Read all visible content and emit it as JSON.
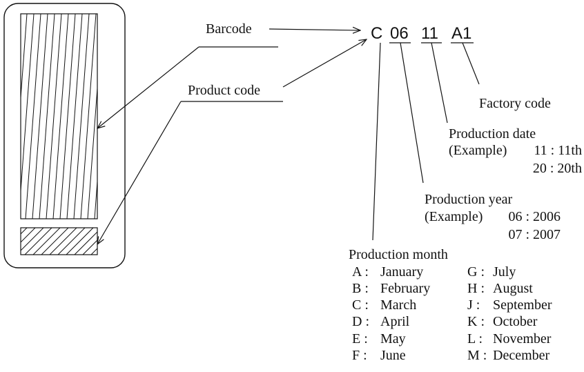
{
  "labels": {
    "barcode": "Barcode",
    "product_code": "Product code",
    "factory_code": "Factory code"
  },
  "code": {
    "month": "C",
    "year": "06",
    "date": "11",
    "factory": "A1"
  },
  "production_date": {
    "title": "Production date",
    "example_prefix": "(Example)",
    "examples": [
      "11 : 11th",
      "20 : 20th"
    ]
  },
  "production_year": {
    "title": "Production year",
    "example_prefix": "(Example)",
    "examples": [
      "06 : 2006",
      "07 : 2007"
    ]
  },
  "production_month": {
    "title": "Production month",
    "left": [
      {
        "key": "A :",
        "value": "January"
      },
      {
        "key": "B :",
        "value": "February"
      },
      {
        "key": "C :",
        "value": "March"
      },
      {
        "key": "D :",
        "value": "April"
      },
      {
        "key": "E :",
        "value": "May"
      },
      {
        "key": "F :",
        "value": "June"
      }
    ],
    "right": [
      {
        "key": "G :",
        "value": "July"
      },
      {
        "key": "H :",
        "value": "August"
      },
      {
        "key": "J :",
        "value": "September"
      },
      {
        "key": "K :",
        "value": "October"
      },
      {
        "key": "L :",
        "value": "November"
      },
      {
        "key": "M :",
        "value": "December"
      }
    ]
  }
}
